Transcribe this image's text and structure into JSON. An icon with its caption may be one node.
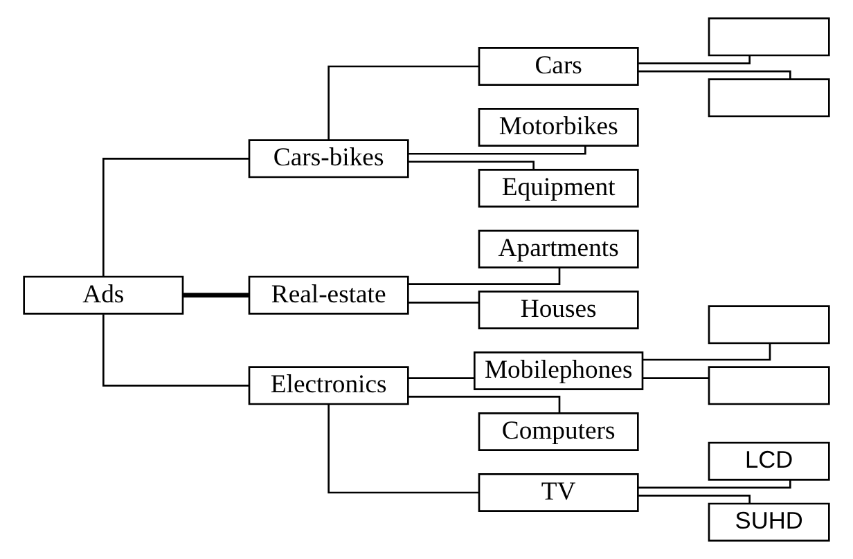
{
  "diagram": {
    "nodes": [
      {
        "text": [
          "Ads"
        ]
      },
      {
        "text": [
          "Cars-bikes"
        ]
      },
      {
        "text": [
          "Real-estate"
        ]
      },
      {
        "text": [
          "Electronics"
        ]
      },
      {
        "text": [
          "Cars"
        ]
      },
      {
        "text": [
          "Motorbikes"
        ]
      },
      {
        "text": [
          "Equipment"
        ]
      },
      {
        "text": [
          "Apartments"
        ]
      },
      {
        "text": [
          "Houses"
        ]
      },
      {
        "text": [
          "Mobilephones"
        ]
      },
      {
        "text": [
          "Computers"
        ]
      },
      {
        "text": [
          "TV"
        ]
      },
      {
        "text": [],
        "shape": "box"
      },
      {
        "text": [],
        "shape": "box"
      },
      {
        "text": [],
        "shape": "box"
      },
      {
        "text": [],
        "shape": "box"
      },
      {
        "text": [
          "LCD"
        ]
      },
      {
        "text": [
          "SUHD"
        ]
      }
    ],
    "edges": [
      {
        "from": 0,
        "to": 1,
        "arrow": "none"
      },
      {
        "from": 0,
        "to": 2,
        "arrow": "none",
        "style": "thick"
      },
      {
        "from": 0,
        "to": 3,
        "arrow": "none"
      },
      {
        "from": 1,
        "to": 4,
        "arrow": "none"
      },
      {
        "from": 1,
        "to": 5,
        "arrow": "none"
      },
      {
        "from": 1,
        "to": 6,
        "arrow": "none"
      },
      {
        "from": 2,
        "to": 7,
        "arrow": "none"
      },
      {
        "from": 2,
        "to": 8,
        "arrow": "none"
      },
      {
        "from": 3,
        "to": 9,
        "arrow": "none"
      },
      {
        "from": 3,
        "to": 10,
        "arrow": "none"
      },
      {
        "from": 3,
        "to": 11,
        "arrow": "none"
      },
      {
        "from": 4,
        "to": 12,
        "arrow": "none"
      },
      {
        "from": 4,
        "to": 13,
        "arrow": "none"
      },
      {
        "from": 9,
        "to": 14,
        "arrow": "none"
      },
      {
        "from": 9,
        "to": 15,
        "arrow": "none"
      },
      {
        "from": 11,
        "to": 16,
        "arrow": "none"
      },
      {
        "from": 11,
        "to": 17,
        "arrow": "none"
      }
    ]
  }
}
